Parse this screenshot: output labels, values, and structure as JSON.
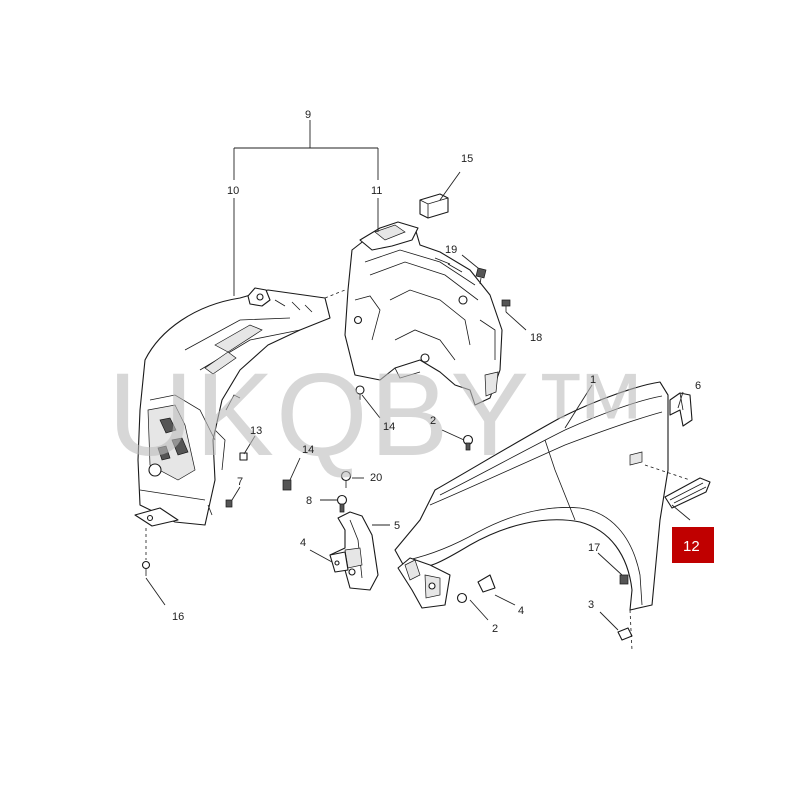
{
  "watermark": "UKQBY™",
  "colors": {
    "line": "#1a1a1a",
    "highlight": "#c00000",
    "highlight_text": "#ffffff",
    "watermark": "#bdbdbd"
  },
  "callouts": {
    "n9": "9",
    "n10": "10",
    "n11": "11",
    "n15": "15",
    "n19": "19",
    "n18": "18",
    "n1": "1",
    "n6": "6",
    "n2a": "2",
    "n14a": "14",
    "n13": "13",
    "n14b": "14",
    "n20": "20",
    "n7": "7",
    "n8": "8",
    "n5": "5",
    "n4a": "4",
    "n12": "12",
    "n17": "17",
    "n16": "16",
    "n4b": "4",
    "n2b": "2",
    "n3": "3"
  }
}
